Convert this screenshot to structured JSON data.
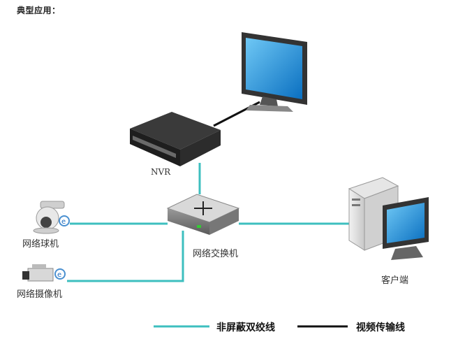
{
  "heading": "典型应用：",
  "nodes": {
    "nvr": "NVR",
    "switch": "网络交换机",
    "client": "客户端",
    "dome_camera": "网络球机",
    "box_camera": "网络摄像机"
  },
  "legend": {
    "shielded_twisted_pair": "非屏蔽双绞线",
    "video_cable": "视频传输线"
  },
  "colors": {
    "network_line": "#3dbfbf",
    "video_line": "#111111",
    "screen": "#1e9be0"
  },
  "icons": [
    "monitor-icon",
    "nvr-icon",
    "switch-icon",
    "pc-icon",
    "dome-camera-icon",
    "box-camera-icon",
    "ie-icon"
  ]
}
